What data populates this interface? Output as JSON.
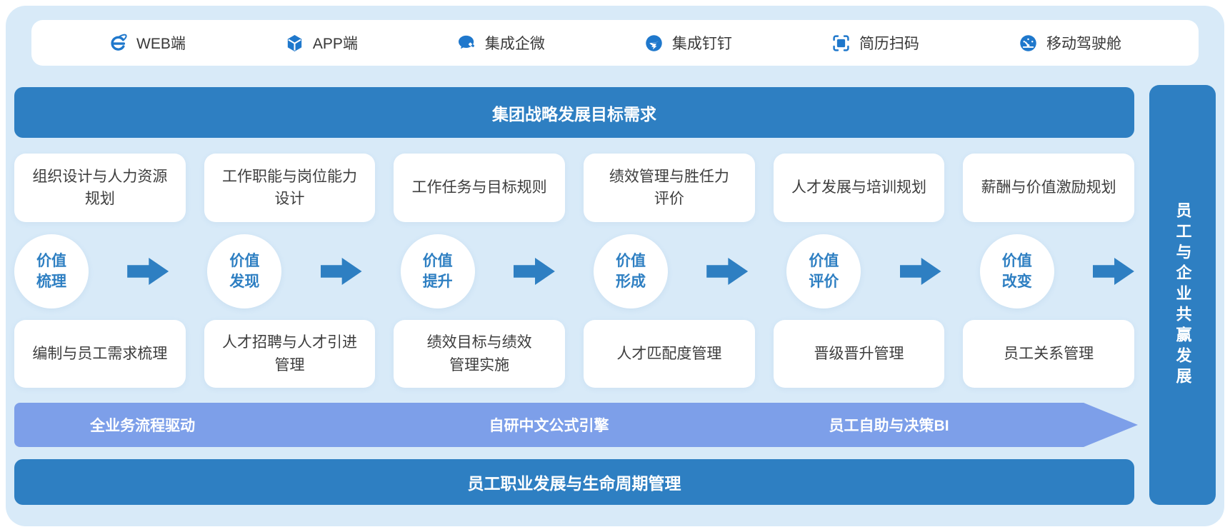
{
  "colors": {
    "primary_blue": "#2e7fc2",
    "periwinkle": "#7d9fe9",
    "container_bg": "#d8eaf8",
    "icon_blue": "#1f78cc",
    "card_bg": "#ffffff"
  },
  "top_bar": {
    "items": [
      {
        "label": "WEB端",
        "icon": "ie-browser-icon"
      },
      {
        "label": "APP端",
        "icon": "app-cube-icon"
      },
      {
        "label": "集成企微",
        "icon": "wechat-work-icon"
      },
      {
        "label": "集成钉钉",
        "icon": "dingtalk-icon"
      },
      {
        "label": "简历扫码",
        "icon": "resume-scan-icon"
      },
      {
        "label": "移动驾驶舱",
        "icon": "mobile-dashboard-icon"
      }
    ]
  },
  "strategy_banner": {
    "label": "集团战略发展目标需求"
  },
  "top_cards": [
    "组织设计与人力资源\n规划",
    "工作职能与岗位能力\n设计",
    "工作任务与目标规则",
    "绩效管理与胜任力\n评价",
    "人才发展与培训规划",
    "薪酬与价值激励规划"
  ],
  "value_chain": {
    "steps": [
      "价值\n梳理",
      "价值\n发现",
      "价值\n提升",
      "价值\n形成",
      "价值\n评价",
      "价值\n改变"
    ]
  },
  "bottom_cards": [
    "编制与员工需求梳理",
    "人才招聘与人才引进\n管理",
    "绩效目标与绩效\n管理实施",
    "人才匹配度管理",
    "晋级晋升管理",
    "员工关系管理"
  ],
  "process_banner": {
    "segments": [
      "全业务流程驱动",
      "自研中文公式引擎",
      "员工自助与决策BI"
    ]
  },
  "lifecycle_banner": {
    "label": "员工职业发展与生命周期管理"
  },
  "side_bar": {
    "label": "员工与企业共赢发展"
  }
}
